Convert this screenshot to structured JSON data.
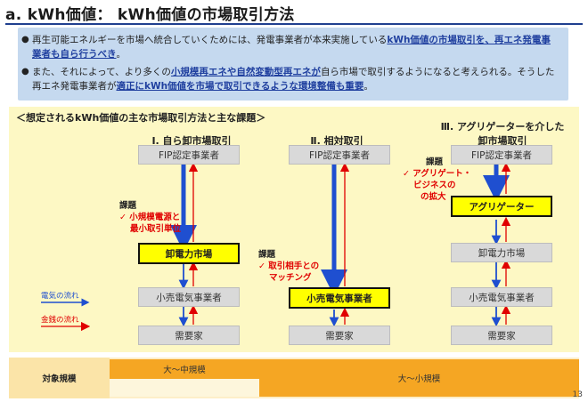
{
  "title": "a. kWh価値： kWh価値の市場取引方法",
  "intro": {
    "b1": {
      "p1": "再生可能エネルギーを市場へ統合していくためには、発電事業者が本来実施している",
      "h1": "kWh価値の市場取引を、再エネ発電事業者も自ら行うべき",
      "p2": "。"
    },
    "b2": {
      "p1": "また、それによって、より多くの",
      "h1": "小規模再エネや自然変動型再エネが",
      "p2": "自ら市場で取引するようになると考えられる。そうした再エネ発電事業者が",
      "h2": "適正にkWh価値を市場で取引できるような環境整備も重要",
      "p3": "。"
    }
  },
  "panel_title": "＜想定されるkWh価値の主な市場取引方法と主な課題＞",
  "columns": [
    {
      "title": "Ⅰ. 自ら卸市場取引"
    },
    {
      "title": "Ⅱ. 相対取引"
    },
    {
      "title_line1": "Ⅲ. アグリゲーターを介した",
      "title_line2": "卸市場取引"
    }
  ],
  "boxes": {
    "fip": "FIP認定事業者",
    "wholesale": "卸電力市場",
    "retail": "小売電気事業者",
    "demand": "需要家",
    "aggregator": "アグリゲーター"
  },
  "issues": {
    "label": "課題",
    "check": "✓",
    "c1": [
      "小規模電源と",
      "最小取引単位"
    ],
    "c2": [
      "取引相手との",
      "マッチング"
    ],
    "c3": [
      "アグリゲート・",
      "ビジネスの",
      "の拡大"
    ]
  },
  "legend": {
    "electricity": "電気の流れ",
    "money": "金銭の流れ",
    "electricity_color": "#1f4fd0",
    "money_color": "#e00000"
  },
  "scale": {
    "label": "対象規模",
    "large_mid": "大～中規模",
    "large_small": "大～小規模"
  },
  "page_number": "13"
}
